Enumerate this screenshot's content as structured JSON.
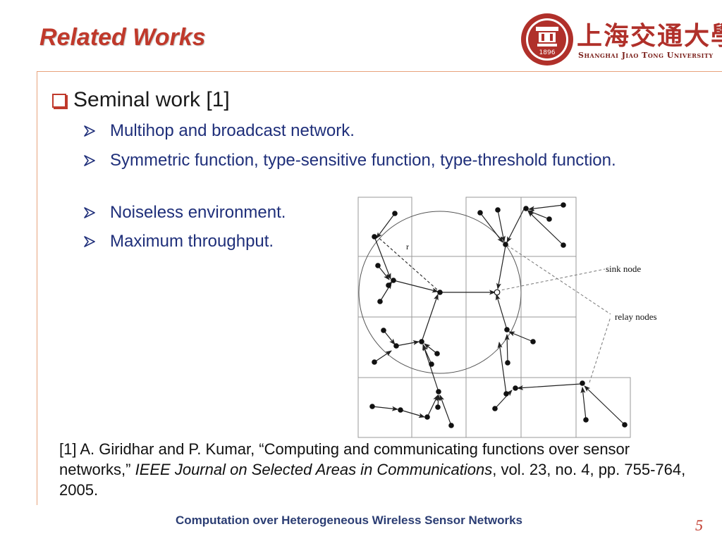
{
  "slide": {
    "title": "Related Works",
    "logo": {
      "chinese_name": "上海交通大學",
      "english_name": "Shanghai Jiao Tong University",
      "seal_year": "1896"
    },
    "bullet": {
      "text": "Seminal work [1]",
      "icon": "checkbox-square-icon",
      "sub_items": [
        "Multihop and broadcast network.",
        "Symmetric function, type-sensitive function, type-threshold function.",
        "Noiseless environment.",
        "Maximum throughput."
      ]
    },
    "diagram": {
      "radius_label": "r",
      "sink_label": "sink node",
      "relay_label": "relay nodes"
    },
    "reference": {
      "prefix": "[1] A. Giridhar and P. Kumar, “Computing and communicating functions over sensor networks,” ",
      "journal": "IEEE Journal on Selected Areas in Communications",
      "suffix": ", vol. 23, no. 4, pp. 755-764, 2005."
    },
    "footer": "Computation over Heterogeneous Wireless Sensor Networks",
    "page_number": "5"
  },
  "colors": {
    "title": "#c0392b",
    "sub_text": "#1f2f7a",
    "footer": "#2b3d73",
    "rule": "#e8a27c"
  }
}
